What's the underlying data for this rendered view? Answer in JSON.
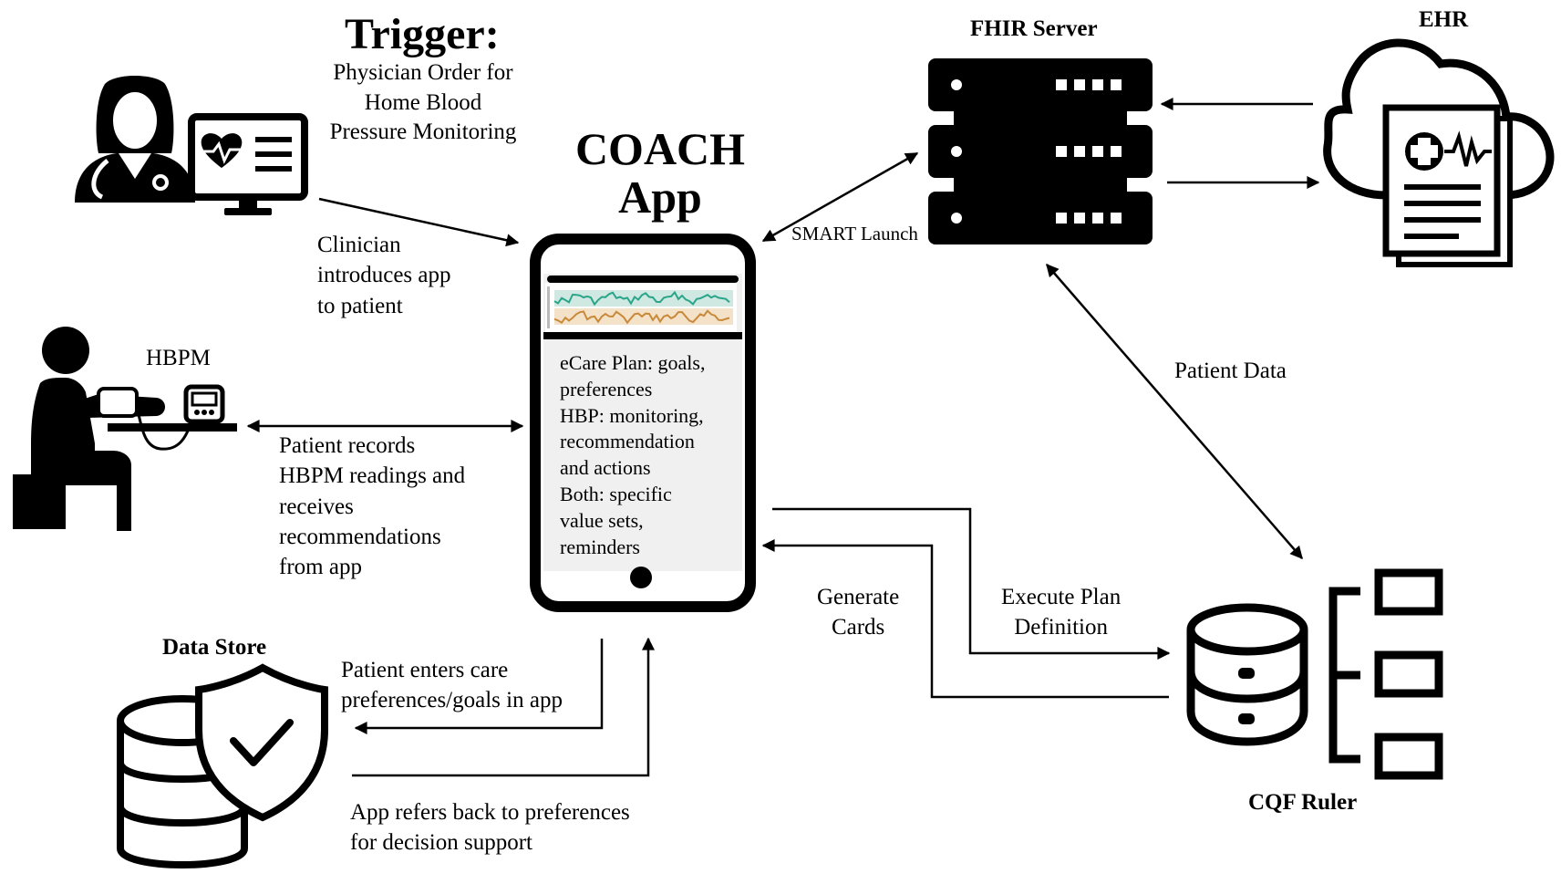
{
  "trigger": {
    "title": "Trigger:",
    "detail": "Physician Order for\nHome Blood\nPressure Monitoring"
  },
  "app": {
    "title": "COACH\nApp",
    "screen_text": "eCare Plan: goals,\npreferences\nHBP: monitoring,\nrecommendation\nand actions\nBoth: specific\nvalue sets,\nreminders"
  },
  "nodes": {
    "fhir_server": "FHIR Server",
    "ehr": "EHR",
    "hbpm": "HBPM",
    "data_store": "Data Store",
    "cqf_ruler": "CQF Ruler"
  },
  "edges": {
    "clinician": "Clinician\nintroduces app\nto patient",
    "smart_launch": "SMART Launch",
    "patient_data": "Patient Data",
    "patient_records": "Patient records\nHBPM readings and\nreceives\nrecommendations\nfrom app",
    "generate_cards": "Generate\nCards",
    "execute_plan": "Execute Plan\nDefinition",
    "enters_prefs": "Patient enters care\npreferences/goals in app",
    "refers_back": "App refers back to preferences\nfor decision support"
  },
  "colors": {
    "ink": "#000000",
    "screen_bg": "#f0f0f0",
    "chart_teal": "#2aa58a",
    "chart_orange": "#c88a3a",
    "chart_band_teal": "#cfe8e2",
    "chart_band_orange": "#f3e2c8"
  },
  "icons": [
    "physician-monitor-icon",
    "server-rack-icon",
    "ehr-cloud-document-icon",
    "seated-patient-bp-cuff-icon",
    "database-shield-check-icon",
    "database-tree-icon",
    "smartphone-icon"
  ]
}
